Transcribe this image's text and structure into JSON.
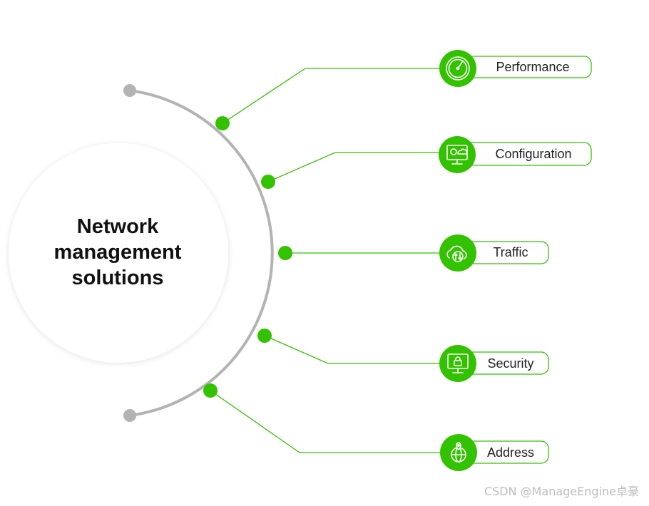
{
  "center": {
    "title_lines": [
      "Network",
      "management",
      "solutions"
    ]
  },
  "items": [
    {
      "label": "Performance",
      "icon": "speedometer-icon"
    },
    {
      "label": "Configuration",
      "icon": "monitor-settings-icon"
    },
    {
      "label": "Traffic",
      "icon": "cloud-traffic-icon"
    },
    {
      "label": "Security",
      "icon": "monitor-lock-icon"
    },
    {
      "label": "Address",
      "icon": "globe-pin-icon"
    }
  ],
  "colors": {
    "accent": "#33c200",
    "arc": "#b3b3b3",
    "circle_shadow": "#e6e6e6"
  },
  "watermark": "CSDN @ManageEngine卓豪"
}
